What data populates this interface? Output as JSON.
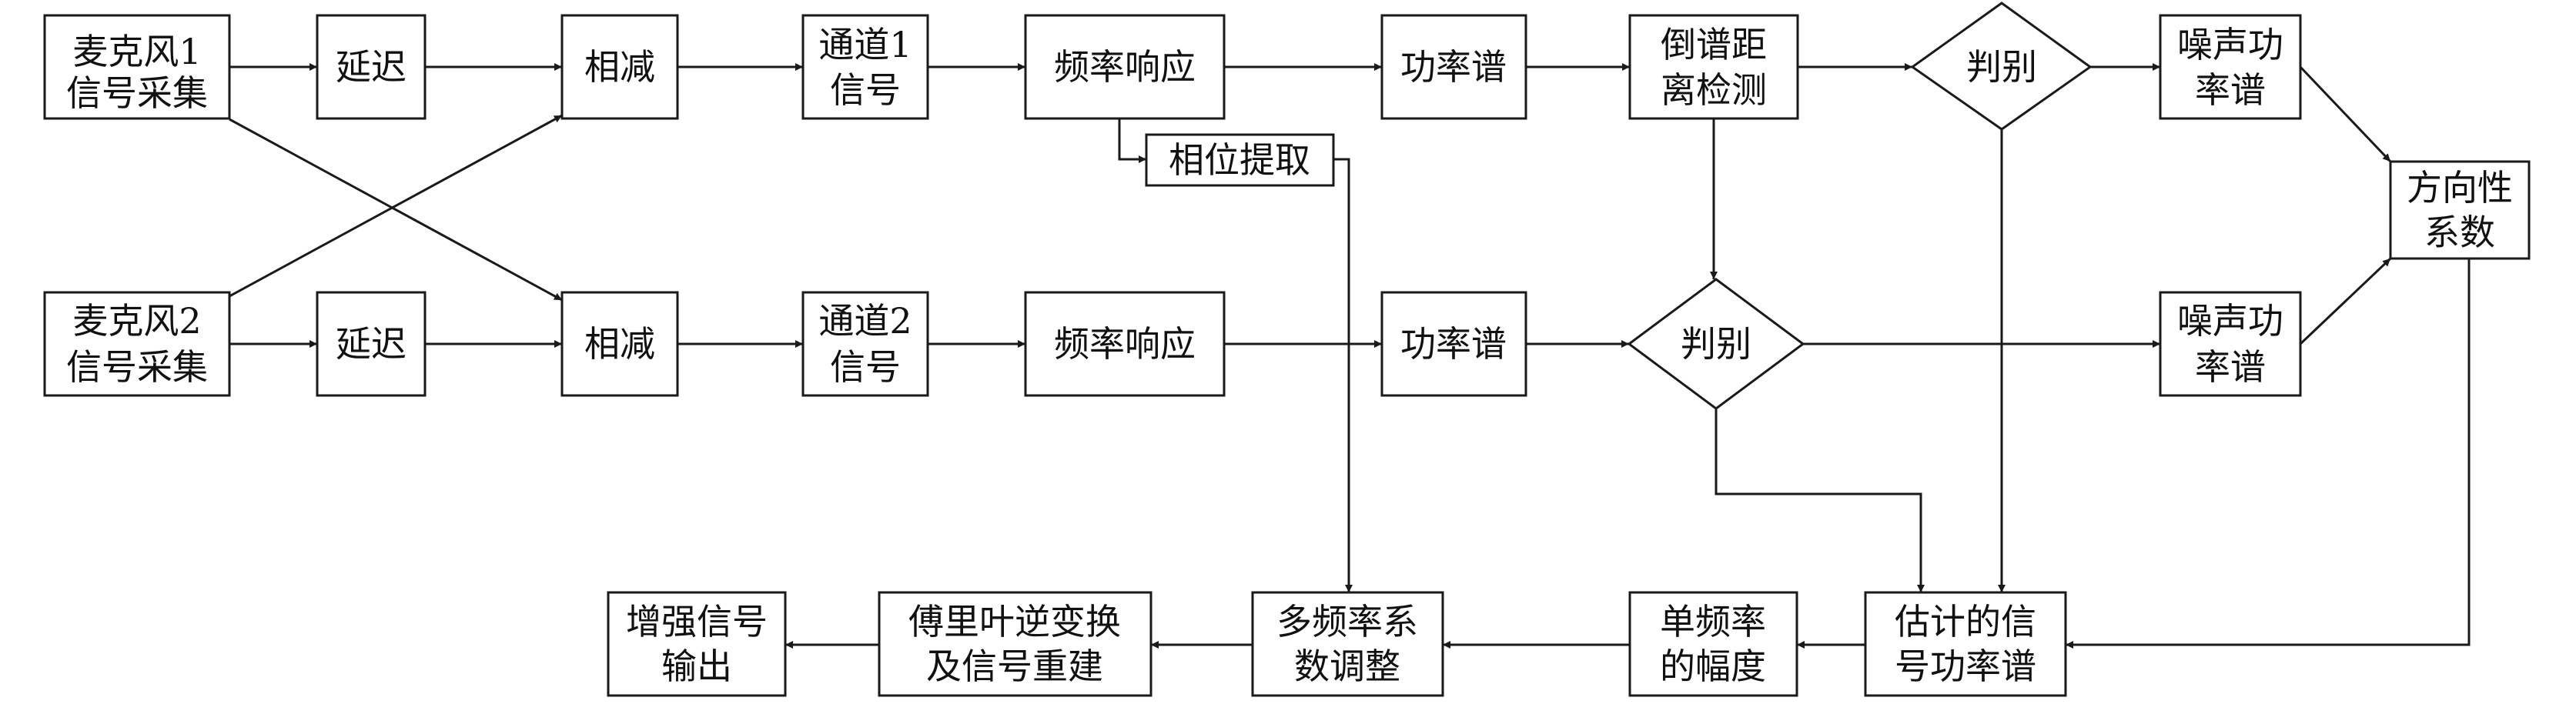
{
  "nodes": {
    "mic1": [
      "麦克风1",
      "信号采集"
    ],
    "mic2": [
      "麦克风2",
      "信号采集"
    ],
    "delay1": [
      "延迟"
    ],
    "delay2": [
      "延迟"
    ],
    "sub1": [
      "相减"
    ],
    "sub2": [
      "相减"
    ],
    "ch1": [
      "通道1",
      "信号"
    ],
    "ch2": [
      "通道2",
      "信号"
    ],
    "freq1": [
      "频率响应"
    ],
    "freq2": [
      "频率响应"
    ],
    "phase": [
      "相位提取"
    ],
    "psd1": [
      "功率谱"
    ],
    "psd2": [
      "功率谱"
    ],
    "cepstrum": [
      "倒谱距",
      "离检测"
    ],
    "judge1": [
      "判别"
    ],
    "judge2": [
      "判别"
    ],
    "noise1": [
      "噪声功",
      "率谱"
    ],
    "noise2": [
      "噪声功",
      "率谱"
    ],
    "direction": [
      "方向性",
      "系数"
    ],
    "estimate": [
      "估计的信",
      "号功率谱"
    ],
    "singlefreq": [
      "单频率",
      "的幅度"
    ],
    "multifreq": [
      "多频率系",
      "数调整"
    ],
    "ifft": [
      "傅里叶逆变换",
      "及信号重建"
    ],
    "output": [
      "增强信号",
      "输出"
    ]
  }
}
